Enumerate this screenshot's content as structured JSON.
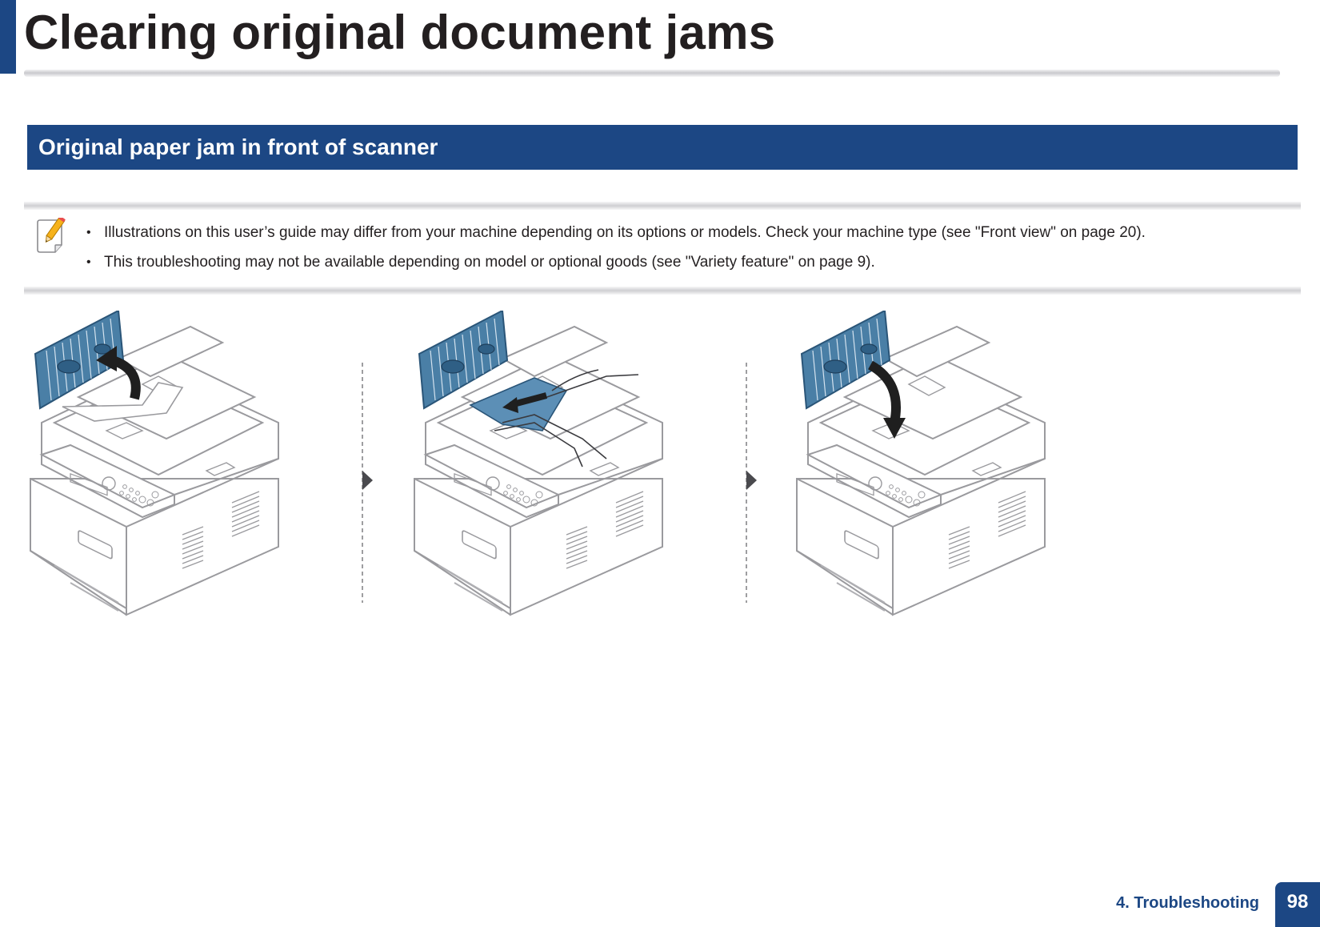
{
  "page": {
    "title": "Clearing original document jams",
    "accent_color": "#1c4784"
  },
  "section": {
    "heading": "Original paper jam in front of scanner"
  },
  "note": {
    "icon": "note-pencil-icon",
    "items": [
      "Illustrations on this user’s guide may differ from your machine depending on its options or models. Check your machine type (see \"Front view\" on page 20).",
      "This troubleshooting may not be available depending on model or optional goods (see \"Variety feature\" on page 9)."
    ]
  },
  "figure": {
    "steps": [
      {
        "icon": "printer-open-cover-icon",
        "arrow": "arrow-up-icon"
      },
      {
        "icon": "printer-remove-paper-icon",
        "arrow": "arrow-pull-icon"
      },
      {
        "icon": "printer-close-cover-icon",
        "arrow": "arrow-down-icon"
      }
    ],
    "separator_icon": "step-arrow-icon"
  },
  "footer": {
    "section_label": "4.  Troubleshooting",
    "page_number": "98"
  }
}
